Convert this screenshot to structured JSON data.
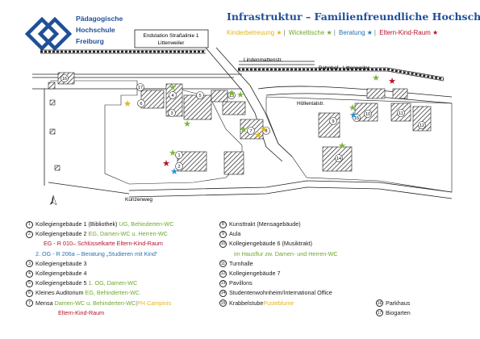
{
  "header": {
    "logo_lines": [
      "Pädagogische",
      "Hochschule",
      "Freiburg"
    ],
    "title": "Infrastruktur – Familienfreundliche Hochschule"
  },
  "legend": {
    "items": [
      {
        "label": "Kinderbetreuung",
        "color": "#e3b41a"
      },
      {
        "label": "Wickeltische",
        "color": "#7cb53a"
      },
      {
        "label": "Beratung",
        "color": "#2a8fd0"
      },
      {
        "label": "Eltern-Kind-Raum",
        "color": "#b5122a"
      }
    ]
  },
  "map_labels": {
    "tram_station_line1": "Endstation Straßalinie 1",
    "tram_station_line2": "Littenweiler",
    "lindenmatten": "Lindenmattenstr.",
    "bahnhof": "Bahnhof - Littenweiler",
    "hoellentalstr": "Höllentalstr.",
    "kunzenweg": "Kunzenweg",
    "north": "N"
  },
  "buildings": [
    {
      "id": "1",
      "label": "Kollegiengebäude 1 (Bibliothek)",
      "extra": [
        {
          "text": "UG, Behinderten-WC",
          "color": "green"
        }
      ]
    },
    {
      "id": "2",
      "label": "Kollegiengebäude 2",
      "extra": [
        {
          "text": "EG, Damen-WC u. Herren-WC",
          "color": "green"
        }
      ],
      "sub": [
        [
          {
            "text": "EG - R 010 ",
            "color": "red"
          },
          {
            "text": " – Schlüsselkarte Eltern-Kind-Raum",
            "color": "red"
          }
        ],
        [
          {
            "text": "2. OG - R 206a – Beratung „Studieren mit Kind“",
            "color": "blue"
          }
        ]
      ]
    },
    {
      "id": "3",
      "label": "Kollegiengebäude 3"
    },
    {
      "id": "4",
      "label": "Kollegiengebäude 4"
    },
    {
      "id": "5",
      "label": "Kollegiengebäude 5",
      "extra": [
        {
          "text": "1. OG, Damen-WC",
          "color": "green"
        }
      ]
    },
    {
      "id": "6",
      "label": "Kleines Auditorium",
      "extra": [
        {
          "text": "EG, Behinderten-WC",
          "color": "green"
        }
      ]
    },
    {
      "id": "7",
      "label": "Mensa",
      "extra": [
        {
          "text": "Damen-WC u. Behinderten-WC",
          "color": "green"
        },
        {
          "text": " | ",
          "color": "gray"
        },
        {
          "text": "PH Campinis",
          "color": "yellow"
        }
      ],
      "sub": [
        [
          {
            "text": "Eltern-Kind-Raum",
            "color": "red"
          }
        ]
      ]
    },
    {
      "id": "8",
      "label": "Kunsttrakt (Mensagebäude)"
    },
    {
      "id": "9",
      "label": "Aula"
    },
    {
      "id": "10",
      "label": "Kollegiengebäude 6 (Musiktrakt)",
      "sub": [
        [
          {
            "text": "im Hausflur zw. Damen- und Herren-WC",
            "color": "green"
          }
        ]
      ]
    },
    {
      "id": "11",
      "label": "Turnhalle"
    },
    {
      "id": "12",
      "label": "Kollegiengebäude 7"
    },
    {
      "id": "13",
      "label": "Pavillons"
    },
    {
      "id": "14",
      "label": "Studentenwohnheim/International Office"
    },
    {
      "id": "15",
      "label": "Krabbelstube",
      "extra": [
        {
          "text": " Pusteblume",
          "color": "yellow"
        }
      ]
    },
    {
      "id": "16",
      "label": "Parkhaus"
    },
    {
      "id": "17",
      "label": "Biogarten"
    }
  ]
}
